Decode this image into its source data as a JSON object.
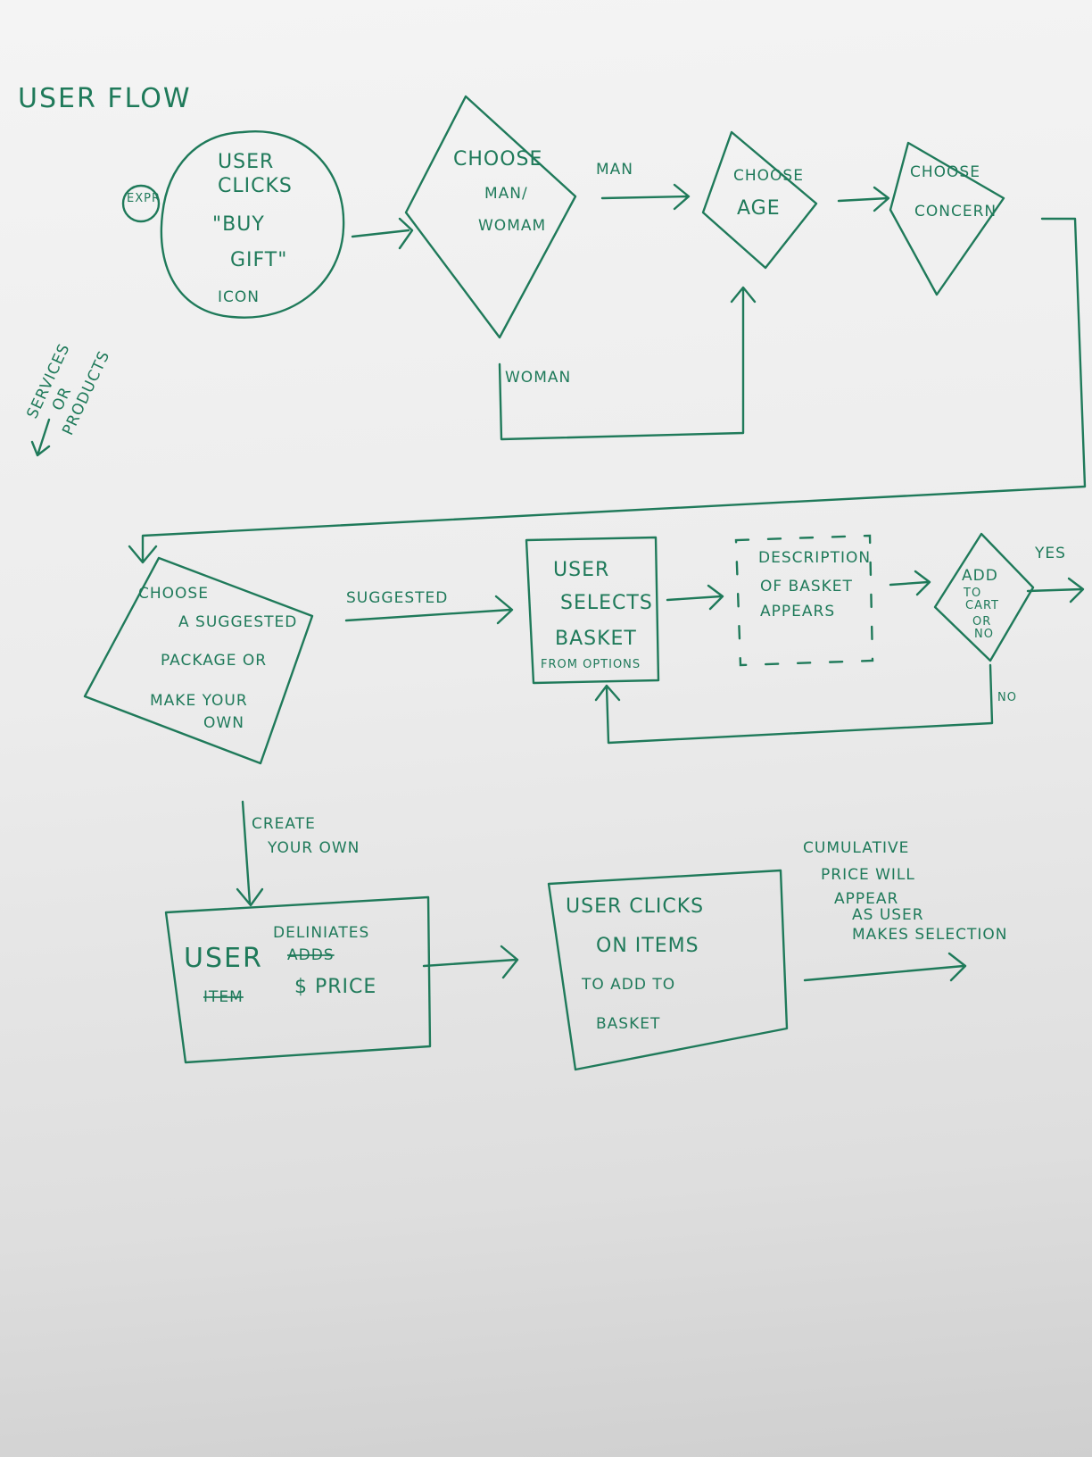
{
  "title": "USER FLOW",
  "colors": {
    "ink": "#1f7a5a",
    "paper": "#f1f1f1"
  },
  "side_note": {
    "line1": "SERVICES",
    "line2": "OR",
    "line3": "PRODUCTS"
  },
  "small_circle_label": "EXPR",
  "nodes": {
    "start": {
      "l1": "USER",
      "l2": "CLICKS",
      "l3": "\"BUY",
      "l4": "GIFT\"",
      "l5": "ICON"
    },
    "choose_gender": {
      "l1": "CHOOSE",
      "l2": "MAN/",
      "l3": "WOMAM"
    },
    "choose_age": {
      "l1": "CHOOSE",
      "l2": "AGE"
    },
    "choose_concern": {
      "l1": "CHOOSE",
      "l2": "CONCERN"
    },
    "choose_package": {
      "l1": "CHOOSE",
      "l2": "A SUGGESTED",
      "l3": "PACKAGE OR",
      "l4": "MAKE YOUR",
      "l5": "OWN"
    },
    "user_selects_basket": {
      "l1": "USER",
      "l2": "SELECTS",
      "l3": "BASKET",
      "l4": "FROM OPTIONS"
    },
    "description": {
      "l1": "DESCRIPTION",
      "l2": "OF BASKET",
      "l3": "APPEARS"
    },
    "add_to_cart": {
      "l1": "ADD",
      "l2": "TO",
      "l3": "CART",
      "l4": "OR",
      "l5": "NO"
    },
    "user_delineates": {
      "l1": "USER",
      "l2": "ADDS",
      "l3": "DELINIATES",
      "l4": "ITEM",
      "l5": "$ PRICE"
    },
    "user_clicks_items": {
      "l1": "USER CLICKS",
      "l2": "ON ITEMS",
      "l3": "TO ADD TO",
      "l4": "BASKET"
    }
  },
  "edges": {
    "man": "MAN",
    "woman": "WOMAN",
    "suggested": "SUGGESTED",
    "yes": "YES",
    "no": "NO",
    "create_own_1": "CREATE",
    "create_own_2": "YOUR OWN"
  },
  "annotation": {
    "l1": "CUMULATIVE",
    "l2": "PRICE WILL",
    "l3": "APPEAR",
    "l4": "AS USER",
    "l5": "MAKES SELECTION"
  }
}
